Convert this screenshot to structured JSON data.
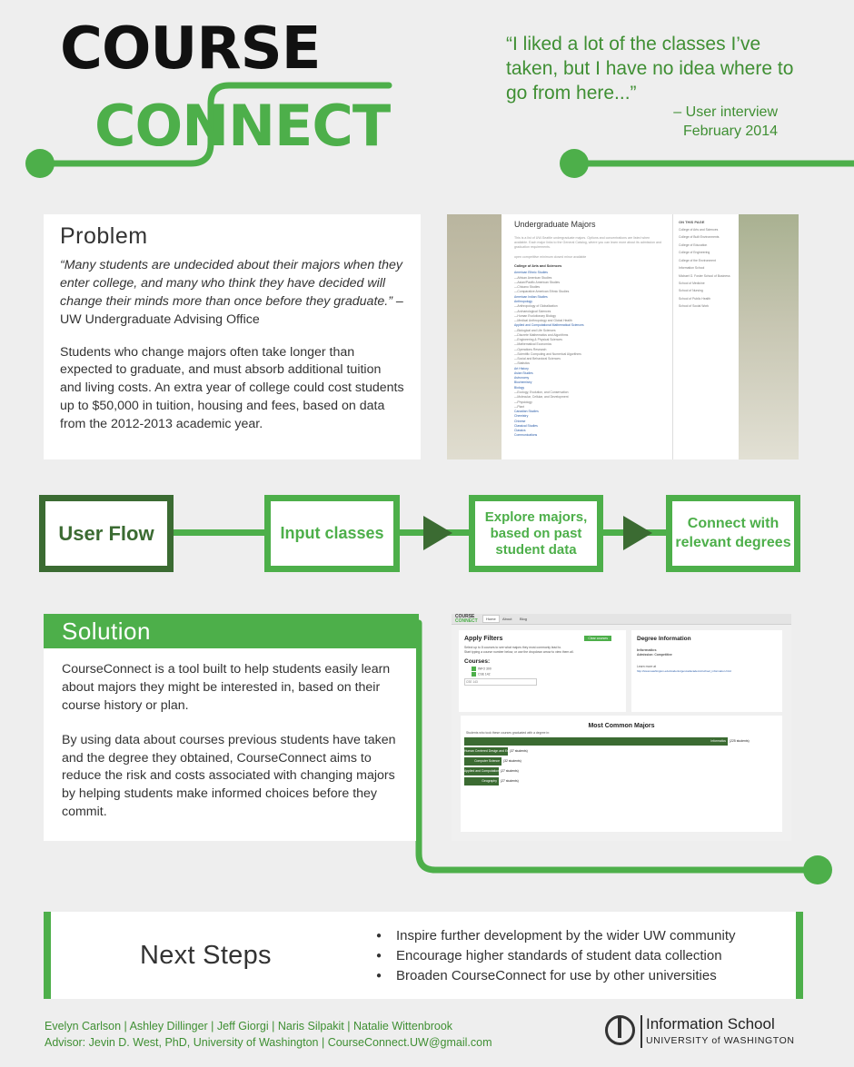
{
  "header": {
    "logo_line1": "COURSE",
    "logo_line2": "CONNECT",
    "quote": "“I liked a lot of the classes I’ve taken, but I have no idea where to go from here...”",
    "quote_attr_line1": "– User interview",
    "quote_attr_line2": "February 2014"
  },
  "problem": {
    "title": "Problem",
    "quote": "“Many students are undecided about their majors when they enter college, and many who think they have decided will change their minds more than once before they graduate.”",
    "quote_source": " – UW Undergraduate Advising Office",
    "body": "Students who change majors often take longer than expected to graduate, and must absorb additional tuition and living costs. An extra year of college could cost students up to $50,000 in tuition, housing and fees, based on data from the 2012-2013 academic year."
  },
  "screenshot1": {
    "title": "Undergraduate Majors",
    "intro": "This is a list of UW-Seattle undergraduate majors. Options and concentrations are listed when available. Each major links to the General Catalog, where you can learn more about its admission and graduation requirements.",
    "legend": "open  competitive  minimum  closed  minor available",
    "college": "College of Arts and Sciences",
    "items": [
      {
        "t": "American Ethnic Studies",
        "link": true
      },
      {
        "t": "—African American Studies",
        "link": false
      },
      {
        "t": "—Asian/Pacific American Studies",
        "link": false
      },
      {
        "t": "—Chicano Studies",
        "link": false
      },
      {
        "t": "—Comparative American Ethnic Studies",
        "link": false
      },
      {
        "t": "American Indian Studies",
        "link": true
      },
      {
        "t": "Anthropology",
        "link": true
      },
      {
        "t": "—Anthropology of Globalization",
        "link": false
      },
      {
        "t": "—Archaeological Sciences",
        "link": false
      },
      {
        "t": "—Human Evolutionary Biology",
        "link": false
      },
      {
        "t": "—Medical Anthropology and Global Health",
        "link": false
      },
      {
        "t": "Applied and Computational Mathematical Sciences",
        "link": true
      },
      {
        "t": "—Biological and Life Sciences",
        "link": false
      },
      {
        "t": "—Discrete Mathematics and Algorithms",
        "link": false
      },
      {
        "t": "—Engineering & Physical Sciences",
        "link": false
      },
      {
        "t": "—Mathematical Economics",
        "link": false
      },
      {
        "t": "—Operations Research",
        "link": false
      },
      {
        "t": "—Scientific Computing and Numerical Algorithms",
        "link": false
      },
      {
        "t": "—Social and Behavioral Sciences",
        "link": false
      },
      {
        "t": "—Statistics",
        "link": false
      },
      {
        "t": "Art History",
        "link": true
      },
      {
        "t": "Asian Studies",
        "link": true
      },
      {
        "t": "Astronomy",
        "link": true
      },
      {
        "t": "Biochemistry",
        "link": true
      },
      {
        "t": "Biology",
        "link": true
      },
      {
        "t": "—Ecology, Evolution, and Conservation",
        "link": false
      },
      {
        "t": "—Molecular, Cellular, and Development",
        "link": false
      },
      {
        "t": "—Physiology",
        "link": false
      },
      {
        "t": "—Plant",
        "link": false
      },
      {
        "t": "Canadian Studies",
        "link": true
      },
      {
        "t": "Chemistry",
        "link": true
      },
      {
        "t": "Chinese",
        "link": true
      },
      {
        "t": "Classical Studies",
        "link": true
      },
      {
        "t": "Classics",
        "link": true
      },
      {
        "t": "Communications",
        "link": true
      }
    ],
    "side_title": "ON THIS PAGE",
    "side_items": [
      "College of Arts and Sciences",
      "College of Built Environments",
      "College of Education",
      "College of Engineering",
      "College of the Environment",
      "Information School",
      "Michael G. Foster School of Business",
      "School of Medicine",
      "School of Nursing",
      "School of Public Health",
      "School of Social Work"
    ]
  },
  "flow": {
    "main": "User Flow",
    "step1": "Input classes",
    "step2": "Explore majors, based on past student data",
    "step3": "Connect with relevant degrees"
  },
  "solution": {
    "title": "Solution",
    "p1": "CourseConnect is a tool built to help students easily learn about majors they might be interested in, based on their course history or plan.",
    "p2": "By using data about courses previous students have taken and the degree they obtained, CourseConnect aims to reduce the risk and costs associated with changing majors by helping students make informed choices before they commit."
  },
  "screenshot2": {
    "brand_line1": "COURSE",
    "brand_line2": "CONNECT",
    "tabs": [
      "Home",
      "About",
      "Blog"
    ],
    "filters_title": "Apply Filters",
    "clear_btn": "Clear courses",
    "filters_text1": "Select up to 8 courses to see what majors they most commonly lead to.",
    "filters_text2": "Start typing a course number below, or use the dropdown arrow to view them all.",
    "courses_label": "Courses:",
    "course_chips": [
      "INFO 300",
      "CSE 142"
    ],
    "input_value": "CSE 143",
    "degree_title": "Degree Information",
    "degree_name": "Informatics",
    "degree_admission": "Admission: Competitive",
    "degree_learn": "Learn more at",
    "degree_url": "http://www.washington.edu/students/gencat/academic/school_information.html",
    "chart_title": "Most Common Majors",
    "chart_sub": "Students who took these courses graduated with a degree in:"
  },
  "chart_data": {
    "type": "bar",
    "title": "Most Common Majors",
    "categories": [
      "Informatics",
      "Human Centered Design and Engineering",
      "Computer Science",
      "Applied and Computational Mathematical Sciences",
      "Geography"
    ],
    "values": [
      225,
      37,
      32,
      27,
      27
    ],
    "labels": [
      "(225 students)",
      "(37 students)",
      "(32 students)",
      "(27 students)",
      "(27 students)"
    ]
  },
  "next_steps": {
    "title": "Next Steps",
    "items": [
      "Inspire further development by the wider UW community",
      "Encourage higher standards of student data collection",
      "Broaden CourseConnect for use by other universities"
    ]
  },
  "footer": {
    "authors": "Evelyn Carlson | Ashley Dillinger | Jeff Giorgi | Naris Silpakit | Natalie Wittenbrook",
    "advisor": "Advisor: Jevin D. West, PhD, University of Washington | CourseConnect.UW@gmail.com",
    "school_name": "Information School",
    "school_sub": "UNIVERSITY of WASHINGTON"
  },
  "colors": {
    "accent": "#4daf4a",
    "dark_green": "#3b6b32",
    "text_green": "#3f8f33"
  }
}
